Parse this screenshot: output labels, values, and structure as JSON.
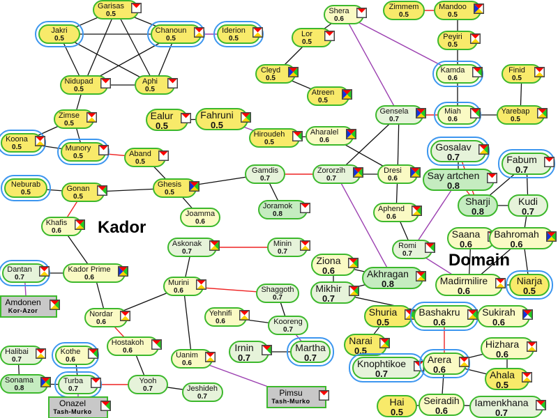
{
  "regions": [
    "Kador",
    "Domain"
  ],
  "fill_colors": {
    "0.5": "#f8ea6a",
    "0.6": "#fafac4",
    "0.7": "#e6f3da",
    "0.8": "#c5ecc0",
    "station": "#c8c8c8"
  },
  "edge_colors": {
    "black": "#111111",
    "red": "#ee2222",
    "purple": "#9b3fb0"
  },
  "icon_colors": {
    "r": "#ff0000",
    "g": "#22cc22",
    "y": "#ffd400",
    "b": "#1030e0",
    "w": "#ffffff"
  },
  "nodes": [
    {
      "name": "Garisas",
      "value": "0.5",
      "icon": "rwww"
    },
    {
      "name": "Jakri",
      "value": "0.5",
      "ring": true
    },
    {
      "name": "Chanoun",
      "value": "0.5",
      "ring": true,
      "icon": "rwyw"
    },
    {
      "name": "Iderion",
      "value": "0.5",
      "ring": true,
      "icon": "rwyw"
    },
    {
      "name": "Nidupad",
      "value": "0.5",
      "icon": "rwww"
    },
    {
      "name": "Aphi",
      "value": "0.5",
      "icon": "rwww"
    },
    {
      "name": "Zimse",
      "value": "0.5",
      "icon": "rwyw"
    },
    {
      "name": "Koona",
      "value": "0.5",
      "ring": true,
      "icon": "rwyw"
    },
    {
      "name": "Munory",
      "value": "0.5",
      "ring": true,
      "icon": "rwww"
    },
    {
      "name": "Aband",
      "value": "0.5",
      "icon": "rwww"
    },
    {
      "name": "Neburab",
      "value": "0.5",
      "ring": true
    },
    {
      "name": "Gonan",
      "value": "0.5",
      "icon": "rgww"
    },
    {
      "name": "Ghesis",
      "value": "0.5",
      "icon": "rgyb"
    },
    {
      "name": "Joamma",
      "value": "0.6"
    },
    {
      "name": "Gamdis",
      "value": "0.7"
    },
    {
      "name": "Joramok",
      "value": "0.8",
      "icon": "rwww"
    },
    {
      "name": "Ealur",
      "value": "0.5",
      "big": true,
      "icon": "rwww"
    },
    {
      "name": "Fahruni",
      "value": "0.5",
      "big": true,
      "icon": "rgyw"
    },
    {
      "name": "Hiroudeh",
      "value": "0.5",
      "icon": "rgww"
    },
    {
      "name": "Aharalel",
      "value": "0.6",
      "icon": "rgyb"
    },
    {
      "name": "Shera",
      "value": "0.6",
      "icon": "rwww"
    },
    {
      "name": "Lor",
      "value": "0.5",
      "icon": "rwww"
    },
    {
      "name": "Cleyd",
      "value": "0.5",
      "icon": "rgyb"
    },
    {
      "name": "Atreen",
      "value": "0.5",
      "icon": "rgyb"
    },
    {
      "name": "Zimmem",
      "value": "0.5"
    },
    {
      "name": "Mandoo",
      "value": "0.5",
      "icon": "rwyb"
    },
    {
      "name": "Peyiri",
      "value": "0.5",
      "icon": "rwyw"
    },
    {
      "name": "Kamda",
      "value": "0.6",
      "ring": true,
      "icon": "rgww"
    },
    {
      "name": "Miah",
      "value": "0.6",
      "ring": true,
      "icon": "rgww"
    },
    {
      "name": "Finid",
      "value": "0.5",
      "icon": "rwyw"
    },
    {
      "name": "Yarebap",
      "value": "0.5",
      "icon": "rgyw"
    },
    {
      "name": "Gensela",
      "value": "0.7",
      "icon": "rgyb"
    },
    {
      "name": "Zororzih",
      "value": "0.7",
      "icon": "rgyb"
    },
    {
      "name": "Dresi",
      "value": "0.6",
      "icon": "rgyb"
    },
    {
      "name": "Aphend",
      "value": "0.6",
      "icon": "rgyw"
    },
    {
      "name": "Romi",
      "value": "0.7",
      "icon": "rgww"
    },
    {
      "name": "Gosalav",
      "value": "0.7",
      "big": true,
      "ring": true,
      "icon": "rgyw"
    },
    {
      "name": "Say artchen",
      "value": "0.8",
      "big": true,
      "icon": "rwww"
    },
    {
      "name": "Sharji",
      "value": "0.8",
      "big": true
    },
    {
      "name": "Kudi",
      "value": "0.7",
      "big": true
    },
    {
      "name": "Fabum",
      "value": "0.7",
      "big": true,
      "ring": true,
      "icon": "rwww"
    },
    {
      "name": "Saana",
      "value": "0.6",
      "big": true,
      "icon": "rgww"
    },
    {
      "name": "Bahromah",
      "value": "0.6",
      "big": true,
      "icon": "rgyb"
    },
    {
      "name": "Madirmilire",
      "value": "0.6",
      "big": true,
      "icon": "rwyw"
    },
    {
      "name": "Niarja",
      "value": "0.5",
      "big": true,
      "ring": true
    },
    {
      "name": "Ziona",
      "value": "0.6",
      "big": true,
      "icon": "rgyw"
    },
    {
      "name": "Akhragan",
      "value": "0.8",
      "big": true,
      "icon": "rgyw"
    },
    {
      "name": "Mikhir",
      "value": "0.7",
      "big": true,
      "icon": "rgyw"
    },
    {
      "name": "Shuria",
      "value": "0.5",
      "big": true,
      "icon": "rgyw"
    },
    {
      "name": "Bashakru",
      "value": "0.6",
      "big": true,
      "ring": true,
      "icon": "rgyw"
    },
    {
      "name": "Sukirah",
      "value": "0.6",
      "big": true,
      "icon": "rgwb"
    },
    {
      "name": "Narai",
      "value": "0.5",
      "big": true,
      "icon": "rgyw"
    },
    {
      "name": "Knophtikoe",
      "value": "0.7",
      "big": true,
      "ring": true,
      "icon": "rwww"
    },
    {
      "name": "Arera",
      "value": "0.6",
      "big": true,
      "ring": true,
      "icon": "rwyw"
    },
    {
      "name": "Hizhara",
      "value": "0.6",
      "big": true,
      "icon": "rwyw"
    },
    {
      "name": "Ahala",
      "value": "0.5",
      "big": true,
      "icon": "rwyw"
    },
    {
      "name": "Hai",
      "value": "0.5",
      "big": true
    },
    {
      "name": "Seiradih",
      "value": "0.6",
      "big": true
    },
    {
      "name": "Iamenkhana",
      "value": "0.7",
      "big": true,
      "icon": "rgww"
    },
    {
      "name": "Minin",
      "value": "0.7",
      "icon": "rwyw"
    },
    {
      "name": "Askonak",
      "value": "0.7",
      "icon": "rgyw"
    },
    {
      "name": "Murini",
      "value": "0.6",
      "icon": "rwyw"
    },
    {
      "name": "Shaggoth",
      "value": "0.7"
    },
    {
      "name": "Yehnifi",
      "value": "0.6",
      "icon": "rwyw"
    },
    {
      "name": "Kooreng",
      "value": "0.7"
    },
    {
      "name": "Irnin",
      "value": "0.7",
      "big": true,
      "icon": "rgww"
    },
    {
      "name": "Martha",
      "value": "0.7",
      "big": true,
      "ring": true
    },
    {
      "name": "Uanim",
      "value": "0.6",
      "icon": "rwyw"
    },
    {
      "name": "Pimsu",
      "station": "Tash-Murko",
      "icon": "rwww"
    },
    {
      "name": "Khafis",
      "value": "0.6",
      "icon": "rgyw"
    },
    {
      "name": "Dantan",
      "value": "0.7",
      "ring": true,
      "icon": "rwyw"
    },
    {
      "name": "Kador Prime",
      "value": "0.6",
      "icon": "rgyb"
    },
    {
      "name": "Amdonen",
      "station": "Kor-Azor",
      "icon": "rgyw"
    },
    {
      "name": "Nordar",
      "value": "0.6",
      "icon": "rwyw"
    },
    {
      "name": "Hostakoh",
      "value": "0.6",
      "icon": "rgww"
    },
    {
      "name": "Halibai",
      "value": "0.7",
      "icon": "rwyw"
    },
    {
      "name": "Kothe",
      "value": "0.6",
      "ring": true,
      "icon": "rgww"
    },
    {
      "name": "Sonama",
      "value": "0.8",
      "icon": "rgyb"
    },
    {
      "name": "Turba",
      "value": "0.7",
      "ring": true,
      "icon": "rwww"
    },
    {
      "name": "Onazel",
      "station": "Tash-Murko",
      "icon": "rgww"
    },
    {
      "name": "Yooh",
      "value": "0.7"
    },
    {
      "name": "Jeshideh",
      "value": "0.7"
    }
  ],
  "edges": [
    [
      "Garisas",
      "Jakri",
      "black"
    ],
    [
      "Garisas",
      "Chanoun",
      "black"
    ],
    [
      "Garisas",
      "Nidupad",
      "black"
    ],
    [
      "Garisas",
      "Aphi",
      "black"
    ],
    [
      "Jakri",
      "Chanoun",
      "black"
    ],
    [
      "Jakri",
      "Nidupad",
      "black"
    ],
    [
      "Jakri",
      "Aphi",
      "black"
    ],
    [
      "Chanoun",
      "Nidupad",
      "black"
    ],
    [
      "Chanoun",
      "Aphi",
      "black"
    ],
    [
      "Nidupad",
      "Aphi",
      "black"
    ],
    [
      "Nidupad",
      "Zimse",
      "black"
    ],
    [
      "Zimse",
      "Koona",
      "black"
    ],
    [
      "Zimse",
      "Munory",
      "black"
    ],
    [
      "Koona",
      "Munory",
      "black"
    ],
    [
      "Aband",
      "Ghesis",
      "black"
    ],
    [
      "Neburab",
      "Gonan",
      "black"
    ],
    [
      "Gonan",
      "Ghesis",
      "black"
    ],
    [
      "Ghesis",
      "Joamma",
      "black"
    ],
    [
      "Ghesis",
      "Gamdis",
      "black"
    ],
    [
      "Gamdis",
      "Joramok",
      "black"
    ],
    [
      "Ealur",
      "Fahruni",
      "black"
    ],
    [
      "Hiroudeh",
      "Aharalel",
      "black"
    ],
    [
      "Shera",
      "Lor",
      "black"
    ],
    [
      "Lor",
      "Cleyd",
      "black"
    ],
    [
      "Cleyd",
      "Atreen",
      "black"
    ],
    [
      "Mandoo",
      "Peyiri",
      "black"
    ],
    [
      "Peyiri",
      "Kamda",
      "black"
    ],
    [
      "Kamda",
      "Miah",
      "black"
    ],
    [
      "Miah",
      "Yarebap",
      "black"
    ],
    [
      "Finid",
      "Yarebap",
      "black"
    ],
    [
      "Gensela",
      "Zororzih",
      "black"
    ],
    [
      "Gensela",
      "Dresi",
      "black"
    ],
    [
      "Aharalel",
      "Dresi",
      "black"
    ],
    [
      "Zororzih",
      "Dresi",
      "black"
    ],
    [
      "Dresi",
      "Aphend",
      "black"
    ],
    [
      "Aphend",
      "Romi",
      "black"
    ],
    [
      "Gosalav",
      "Say artchen",
      "black"
    ],
    [
      "Sharji",
      "Kudi",
      "black"
    ],
    [
      "Fabum",
      "Sharji",
      "black"
    ],
    [
      "Fabum",
      "Kudi",
      "black"
    ],
    [
      "Kudi",
      "Bahromah",
      "black"
    ],
    [
      "Saana",
      "Bahromah",
      "black"
    ],
    [
      "Saana",
      "Madirmilire",
      "black"
    ],
    [
      "Bahromah",
      "Madirmilire",
      "black"
    ],
    [
      "Bahromah",
      "Niarja",
      "black"
    ],
    [
      "Madirmilire",
      "Niarja",
      "black"
    ],
    [
      "Ziona",
      "Akhragan",
      "black"
    ],
    [
      "Ziona",
      "Mikhir",
      "black"
    ],
    [
      "Mikhir",
      "Akhragan",
      "black"
    ],
    [
      "Mikhir",
      "Bashakru",
      "black"
    ],
    [
      "Shuria",
      "Bashakru",
      "black"
    ],
    [
      "Bashakru",
      "Sukirah",
      "black"
    ],
    [
      "Shuria",
      "Narai",
      "black"
    ],
    [
      "Knophtikoe",
      "Arera",
      "black"
    ],
    [
      "Arera",
      "Hizhara",
      "black"
    ],
    [
      "Arera",
      "Ahala",
      "black"
    ],
    [
      "Hizhara",
      "Ahala",
      "black"
    ],
    [
      "Arera",
      "Seiradih",
      "black"
    ],
    [
      "Hai",
      "Seiradih",
      "black"
    ],
    [
      "Seiradih",
      "Iamenkhana",
      "black"
    ],
    [
      "Askonak",
      "Murini",
      "black"
    ],
    [
      "Murini",
      "Nordar",
      "black"
    ],
    [
      "Murini",
      "Uanim",
      "black"
    ],
    [
      "Shaggoth",
      "Kooreng",
      "black"
    ],
    [
      "Yehnifi",
      "Kooreng",
      "black"
    ],
    [
      "Irnin",
      "Martha",
      "black"
    ],
    [
      "Khafis",
      "Kador Prime",
      "black"
    ],
    [
      "Dantan",
      "Kador Prime",
      "black"
    ],
    [
      "Kador Prime",
      "Nordar",
      "black"
    ],
    [
      "Hostakoh",
      "Yooh",
      "black"
    ],
    [
      "Halibai",
      "Sonama",
      "black"
    ],
    [
      "Kothe",
      "Turba",
      "black"
    ],
    [
      "Sonama",
      "Turba",
      "black"
    ],
    [
      "Yooh",
      "Jeshideh",
      "black"
    ],
    [
      "Munory",
      "Aband",
      "red"
    ],
    [
      "Gonan",
      "Khafis",
      "red"
    ],
    [
      "Gamdis",
      "Zororzih",
      "red"
    ],
    [
      "Gensela",
      "Miah",
      "red"
    ],
    [
      "Zimmem",
      "Mandoo",
      "red"
    ],
    [
      "Gosalav",
      "Sharji",
      "red"
    ],
    [
      "Say artchen",
      "Sharji",
      "red"
    ],
    [
      "Askonak",
      "Minin",
      "red"
    ],
    [
      "Murini",
      "Shaggoth",
      "red"
    ],
    [
      "Nordar",
      "Hostakoh",
      "red"
    ],
    [
      "Turba",
      "Yooh",
      "red"
    ],
    [
      "Bashakru",
      "Arera",
      "red"
    ],
    [
      "Chanoun",
      "Iderion",
      "purple"
    ],
    [
      "Fahruni",
      "Hiroudeh",
      "purple"
    ],
    [
      "Shera",
      "Gensela",
      "purple"
    ],
    [
      "Shera",
      "Kamda",
      "purple"
    ],
    [
      "Zororzih",
      "Akhragan",
      "purple"
    ],
    [
      "Say artchen",
      "Romi",
      "purple"
    ],
    [
      "Romi",
      "Madirmilire",
      "purple"
    ],
    [
      "Kooreng",
      "Martha",
      "purple"
    ],
    [
      "Uanim",
      "Pimsu",
      "purple"
    ],
    [
      "Dantan",
      "Amdonen",
      "purple"
    ],
    [
      "Turba",
      "Onazel",
      "purple"
    ]
  ]
}
